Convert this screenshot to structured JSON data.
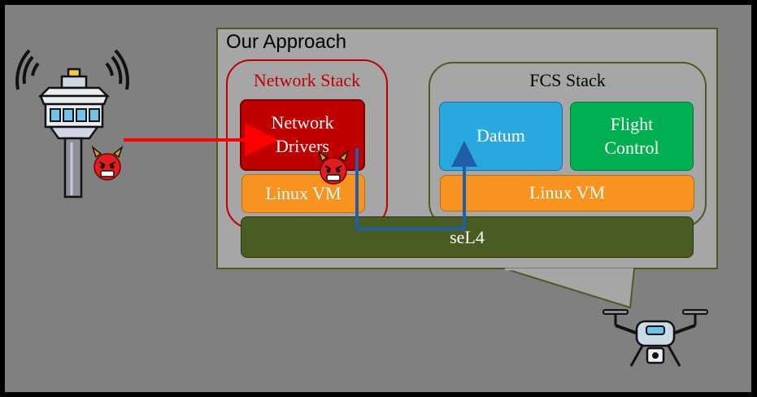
{
  "panel": {
    "title": "Our Approach"
  },
  "network_stack": {
    "title": "Network Stack",
    "drivers_label": "Network Drivers",
    "vm_label": "Linux VM"
  },
  "fcs_stack": {
    "title": "FCS Stack",
    "datum_label": "Datum",
    "flight_control_label": "Flight Control",
    "vm_label": "Linux VM"
  },
  "kernel": {
    "label": "seL4"
  },
  "icons": [
    "control-tower-icon",
    "attacker-devil-icon",
    "drone-icon"
  ],
  "colors": {
    "background": "#808080",
    "panel": "#a6a6a6",
    "network_stack": "#c00000",
    "linux_vm": "#f7931e",
    "datum": "#29a8e0",
    "flight_control": "#00b050",
    "sel4": "#4a5c22",
    "attack_arrow": "#ff0000",
    "path_arrow": "#1f5fa8"
  }
}
